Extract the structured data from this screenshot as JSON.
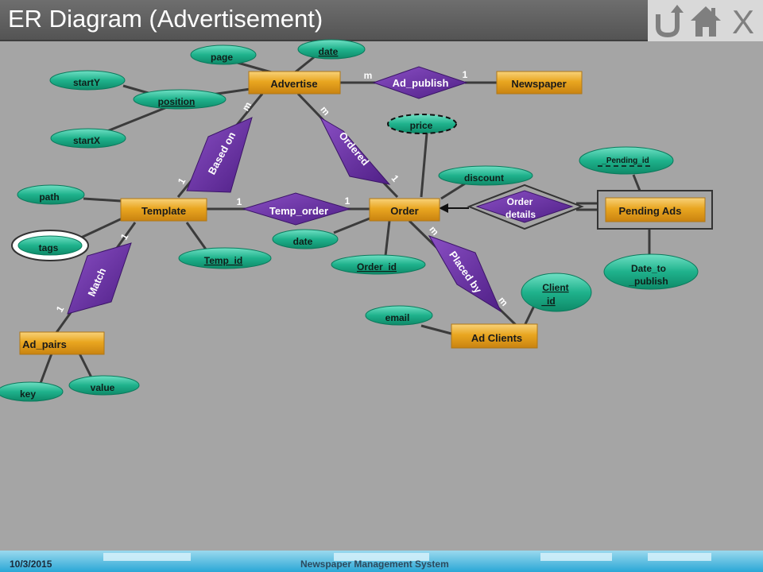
{
  "header": {
    "title": "ER Diagram (Advertisement)"
  },
  "nav": {
    "back_icon": "u-turn-back-icon",
    "home_icon": "home-icon",
    "close_label": "X"
  },
  "colors": {
    "entity": "#e7a51c",
    "relationship": "#6a2fa0",
    "attribute": "#1fb28c",
    "line": "#3b3b3b"
  },
  "entities": {
    "advertise": "Advertise",
    "newspaper": "Newspaper",
    "template": "Template",
    "order": "Order",
    "pending_ads": "Pending Ads",
    "ad_clients": "Ad Clients",
    "ad_pairs": "Ad_pairs"
  },
  "relationships": {
    "ad_publish": "Ad_publish",
    "based_on": "Based on",
    "ordered": "Ordered",
    "temp_order": "Temp_order",
    "order_details_1": "Order",
    "order_details_2": "details",
    "placed_by": "Placed by",
    "match": "Match"
  },
  "attributes": {
    "page": "page",
    "date_advertise": "date",
    "startY": "startY",
    "position": "position",
    "startX": "startX",
    "price": "price",
    "pending_id": "_Pending_id",
    "discount": "discount",
    "path": "path",
    "tags": "tags",
    "date_order": "date",
    "temp_id": "Temp_id",
    "order_id": "Order_id",
    "date_to_publish_1": "Date_to",
    "date_to_publish_2": "_publish",
    "client_id_1": "Client",
    "client_id_2": "_id",
    "email": "email",
    "key": "key",
    "value": "value"
  },
  "cardinalities": {
    "ad_publish_m": "m",
    "ad_publish_1": "1",
    "based_on_m": "m",
    "based_on_1": "1",
    "ordered_m": "m",
    "ordered_1": "1",
    "temp_order_1a": "1",
    "temp_order_1b": "1",
    "match_1a": "1",
    "match_1b": "1",
    "placed_by_m1": "m",
    "placed_by_m2": "m"
  },
  "footer": {
    "date": "10/3/2015",
    "text": "Newspaper Management System"
  }
}
